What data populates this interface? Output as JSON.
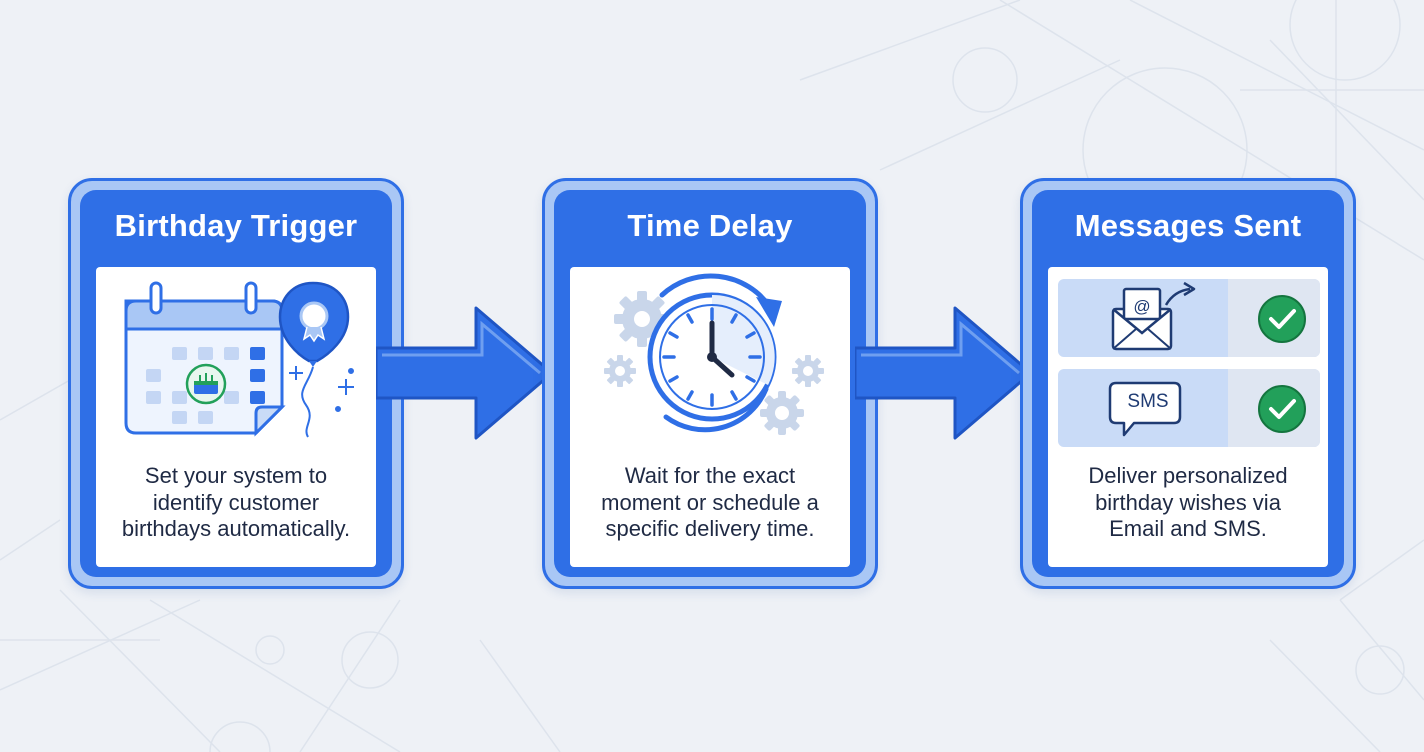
{
  "steps": [
    {
      "title": "Birthday Trigger",
      "description": [
        "Set your system to",
        "identify customer",
        "birthdays automatically."
      ]
    },
    {
      "title": "Time Delay",
      "description": [
        "Wait for the exact",
        "moment or schedule a",
        "specific delivery time."
      ]
    },
    {
      "title": "Messages Sent",
      "description": [
        "Deliver personalized",
        "birthday wishes via",
        "Email and SMS."
      ],
      "channels": [
        {
          "icon": "email-icon",
          "status": "check-icon"
        },
        {
          "icon": "sms-icon",
          "label": "SMS",
          "status": "check-icon"
        }
      ]
    }
  ],
  "icons": [
    "calendar-icon",
    "cake-icon",
    "balloon-icon",
    "sparkle-icon",
    "clock-icon",
    "refresh-arrow-icon",
    "gear-icon",
    "email-icon",
    "sms-icon",
    "check-icon"
  ],
  "colors": {
    "background": "#eef1f6",
    "primary": "#2f6fe6",
    "card_border_light": "#a9c7f5",
    "panel": "#ffffff",
    "text": "#1f2a44",
    "success": "#22a05a"
  }
}
